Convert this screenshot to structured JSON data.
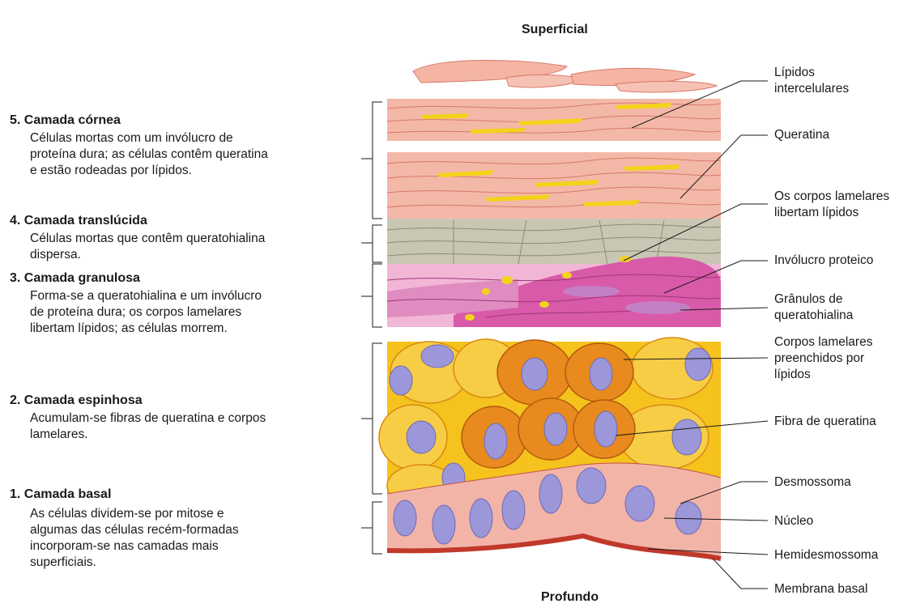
{
  "orientation": {
    "top": "Superficial",
    "bottom": "Profundo"
  },
  "layers": [
    {
      "title": "5. Camada córnea",
      "desc": [
        "Células mortas com um invólucro de",
        "proteína dura; as células contêm queratina",
        "e estão rodeadas por lípidos."
      ]
    },
    {
      "title": "4. Camada translúcida",
      "desc": [
        "Células mortas que contêm queratohialina",
        "dispersa."
      ]
    },
    {
      "title": "3. Camada granulosa",
      "desc": [
        "Forma-se a queratohialina e um invólucro",
        "de proteína dura; os corpos lamelares",
        "libertam lípidos; as células morrem."
      ]
    },
    {
      "title": "2. Camada espinhosa",
      "desc": [
        "Acumulam-se fibras de queratina e corpos",
        "lamelares."
      ]
    },
    {
      "title": "1. Camada basal",
      "desc": [
        "As células dividem-se por mitose e",
        "algumas das células recém-formadas",
        "incorporam-se nas camadas mais",
        "superficiais."
      ]
    }
  ],
  "callouts": [
    {
      "lines": [
        "Lípidos",
        "intercelulares"
      ]
    },
    {
      "lines": [
        "Queratina"
      ]
    },
    {
      "lines": [
        "Os corpos lamelares",
        "libertam lípidos"
      ]
    },
    {
      "lines": [
        "Invólucro proteico"
      ]
    },
    {
      "lines": [
        "Grânulos de",
        "queratohialina"
      ]
    },
    {
      "lines": [
        "Corpos lamelares",
        "preenchidos por",
        "lípidos"
      ]
    },
    {
      "lines": [
        "Fibra de queratina"
      ]
    },
    {
      "lines": [
        "Desmossoma"
      ]
    },
    {
      "lines": [
        "Núcleo"
      ]
    },
    {
      "lines": [
        "Hemidesmossoma"
      ]
    },
    {
      "lines": [
        "Membrana basal"
      ]
    }
  ],
  "colors": {
    "corneum": "#f4b7a6",
    "lipid": "#f3d21b",
    "lucidum": "#c9c6b4",
    "granulosum": "#d85aa8",
    "spinosum": "#f5c21e",
    "nucleus": "#9b97d8",
    "basal": "#f3b4a8",
    "membrane": "#c0392b"
  }
}
